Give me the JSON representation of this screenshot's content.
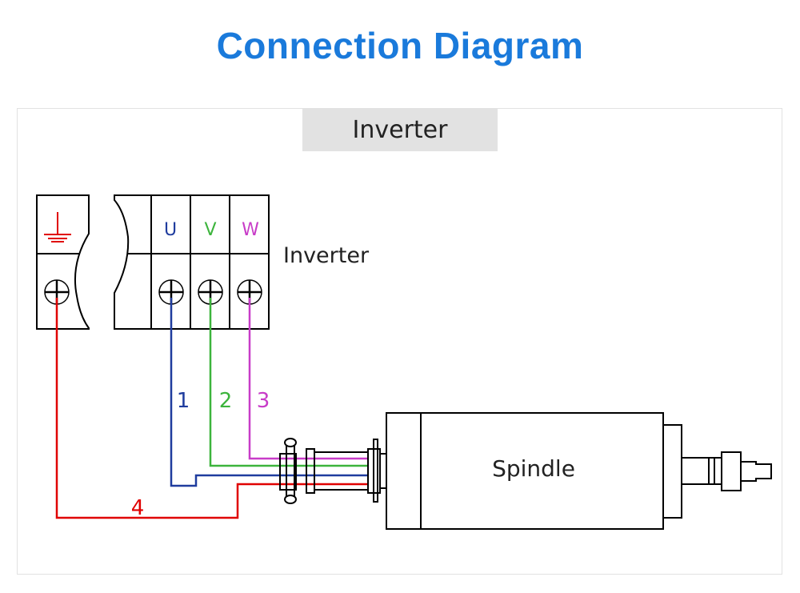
{
  "title": "Connection Diagram",
  "header_badge": "Inverter",
  "colors": {
    "title": "#1a7adb",
    "ground": "#e00000",
    "u": "#1f3c9e",
    "v": "#3cb43c",
    "w": "#c83cc8",
    "outline": "#000000"
  },
  "inverter": {
    "label": "Inverter",
    "terminals": [
      {
        "id": "ground",
        "label": "",
        "icon": "ground-icon"
      },
      {
        "id": "u",
        "label": "U"
      },
      {
        "id": "v",
        "label": "V"
      },
      {
        "id": "w",
        "label": "W"
      }
    ]
  },
  "wires": [
    {
      "id": "u",
      "number": "1"
    },
    {
      "id": "v",
      "number": "2"
    },
    {
      "id": "w",
      "number": "3"
    },
    {
      "id": "ground",
      "number": "4"
    }
  ],
  "spindle": {
    "label": "Spindle"
  }
}
